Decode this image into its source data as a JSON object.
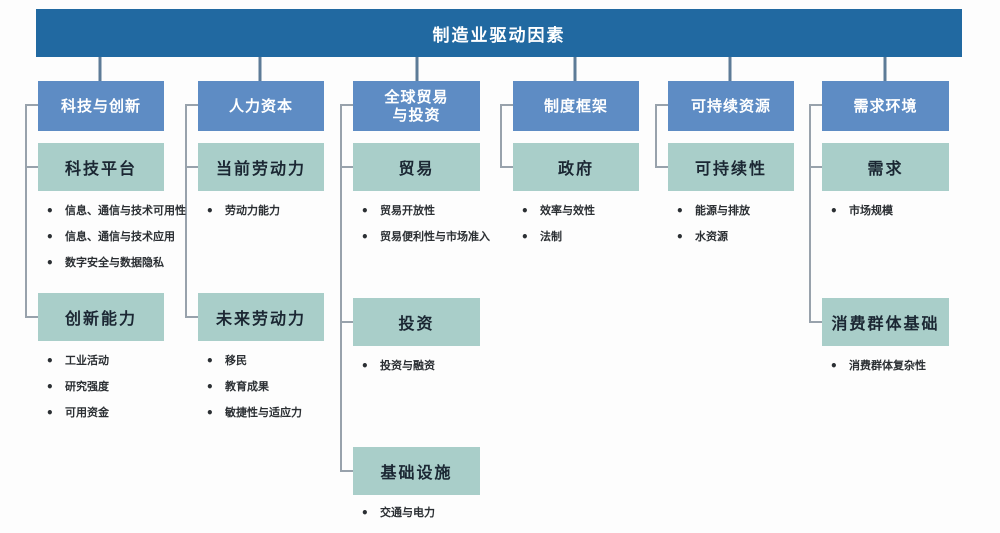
{
  "title": "制造业驱动因素",
  "colors": {
    "banner_blue": "#2169a1",
    "header_blue": "#5e8cc4",
    "subbox_teal": "#a9cec9",
    "stub_line": "#5d7b97",
    "elbow_line": "#98a2ac",
    "dark_text": "#1b2733"
  },
  "columns": [
    {
      "header": "科技与创新",
      "sections": [
        {
          "title": "科技平台",
          "bullets": [
            "信息、通信与技术可用性",
            "信息、通信与技术应用",
            "数字安全与数据隐私"
          ]
        },
        {
          "title": "创新能力",
          "bullets": [
            "工业活动",
            "研究强度",
            "可用资金"
          ]
        }
      ]
    },
    {
      "header": "人力资本",
      "sections": [
        {
          "title": "当前劳动力",
          "bullets": [
            "劳动力能力"
          ]
        },
        {
          "title": "未来劳动力",
          "bullets": [
            "移民",
            "教育成果",
            "敏捷性与适应力"
          ]
        }
      ]
    },
    {
      "header": "全球贸易",
      "header2": "与投资",
      "sections": [
        {
          "title": "贸易",
          "bullets": [
            "贸易开放性",
            "贸易便利性与市场准入"
          ]
        },
        {
          "title": "投资",
          "bullets": [
            "投资与融资"
          ]
        },
        {
          "title": "基础设施",
          "bullets": [
            "交通与电力"
          ]
        }
      ]
    },
    {
      "header": "制度框架",
      "sections": [
        {
          "title": "政府",
          "bullets": [
            "效率与效性",
            "法制"
          ]
        }
      ]
    },
    {
      "header": "可持续资源",
      "sections": [
        {
          "title": "可持续性",
          "bullets": [
            "能源与排放",
            "水资源"
          ]
        }
      ]
    },
    {
      "header": "需求环境",
      "sections": [
        {
          "title": "需求",
          "bullets": [
            "市场规模"
          ]
        },
        {
          "title": "消费群体基础",
          "bullets": [
            "消费群体复杂性"
          ]
        }
      ]
    }
  ]
}
